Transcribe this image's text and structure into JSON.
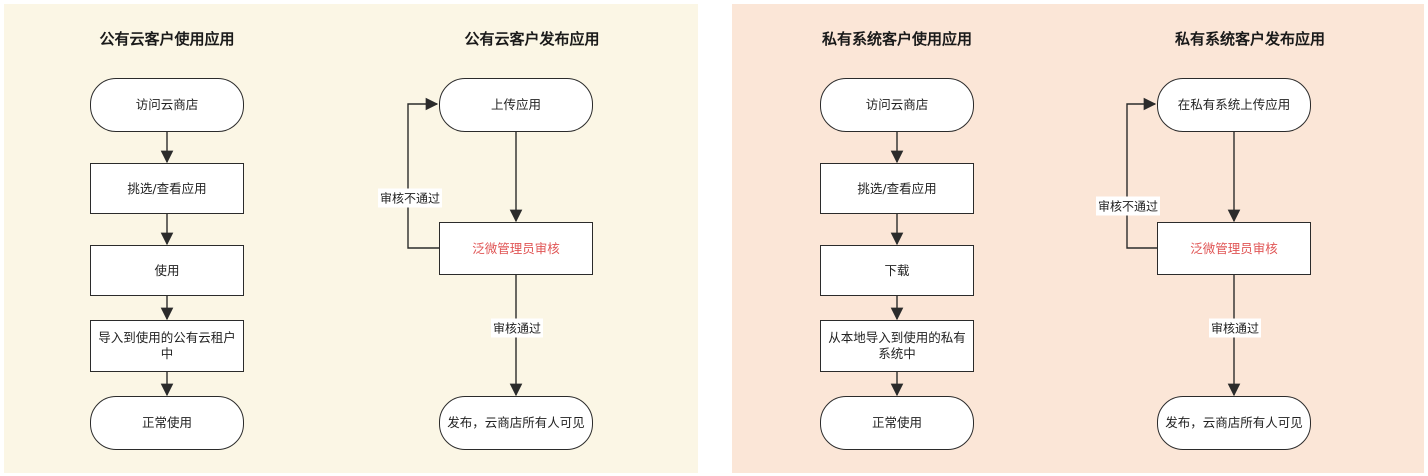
{
  "public": {
    "use_title": "公有云客户使用应用",
    "publish_title": "公有云客户发布应用",
    "use_flow": [
      "访问云商店",
      "挑选/查看应用",
      "使用",
      "导入到使用的公有云租户中",
      "正常使用"
    ],
    "publish_flow": {
      "upload": "上传应用",
      "review": "泛微管理员审核",
      "publish": "发布，云商店所有人可见",
      "reject_label": "审核不通过",
      "pass_label": "审核通过"
    }
  },
  "private": {
    "use_title": "私有系统客户使用应用",
    "publish_title": "私有系统客户发布应用",
    "use_flow": [
      "访问云商店",
      "挑选/查看应用",
      "下载",
      "从本地导入到使用的私有系统中",
      "正常使用"
    ],
    "publish_flow": {
      "upload": "在私有系统上传应用",
      "review": "泛微管理员审核",
      "publish": "发布，云商店所有人可见",
      "reject_label": "审核不通过",
      "pass_label": "审核通过"
    }
  },
  "colors": {
    "public_bg": "#fbf6e5",
    "private_bg": "#fbe6d7",
    "review_text": "#e05555",
    "line": "#2b2b2b"
  }
}
